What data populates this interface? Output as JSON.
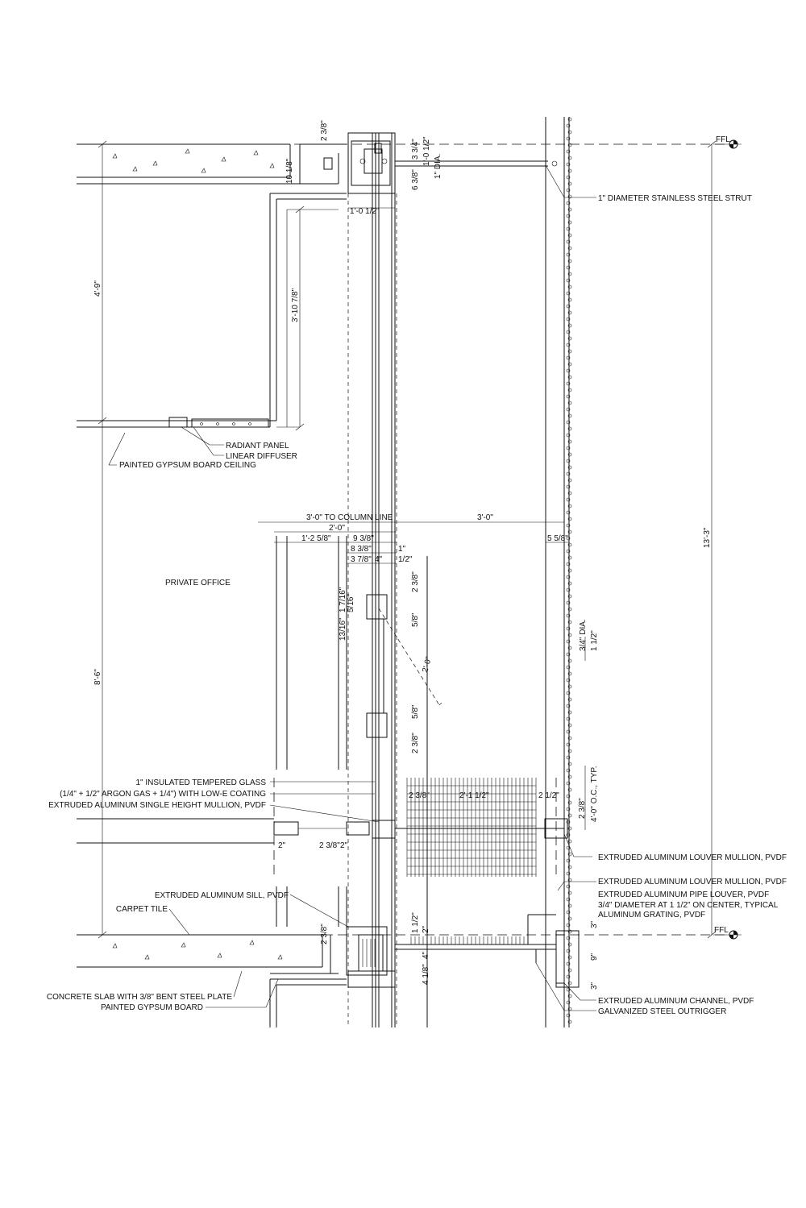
{
  "labels": {
    "strut": "1\" DIAMETER STAINLESS STEEL STRUT",
    "radiant_panel": "RADIANT PANEL",
    "linear_diffuser": "LINEAR DIFFUSER",
    "gyp_ceiling": "PAINTED GYPSUM BOARD CEILING",
    "private_office": "PRIVATE OFFICE",
    "glass_1": "1\" INSULATED TEMPERED GLASS",
    "glass_2": "(1/4\" + 1/2\" ARGON GAS + 1/4\") WITH LOW-E COATING",
    "mullion": "EXTRUDED ALUMINUM SINGLE HEIGHT MULLION, PVDF",
    "louver_mullion_1": "EXTRUDED ALUMINUM LOUVER MULLION, PVDF",
    "louver_mullion_2": "EXTRUDED ALUMINUM LOUVER MULLION, PVDF",
    "pipe_louver": "EXTRUDED ALUMINUM PIPE LOUVER, PVDF",
    "pipe_dia": "3/4\" DIAMETER AT 1 1/2\" ON CENTER, TYPICAL",
    "grating": "ALUMINUM GRATING, PVDF",
    "sill": "EXTRUDED ALUMINUM SILL, PVDF",
    "carpet": "CARPET TILE",
    "slab": "CONCRETE SLAB WITH 3/8\" BENT STEEL PLATE",
    "gyp_board": "PAINTED GYPSUM BOARD",
    "channel": "EXTRUDED ALUMINUM CHANNEL, PVDF",
    "outrigger": "GALVANIZED STEEL OUTRIGGER",
    "ffl_top": "FFL",
    "ffl_bottom": "FFL"
  },
  "dimensions": {
    "d_2_3_8_top": "2 3/8\"",
    "d_3_3_4": "3 3/4\"",
    "d_1_0_1_2_v": "1'-0 1/2\"",
    "d_1_dia": "1\" DIA.",
    "d_6_3_8": "6 3/8\"",
    "d_10_1_8": "10 1/8\"",
    "d_1_0_1_2_h": "1'-0 1/2\"",
    "d_4_9": "4'-9\"",
    "d_3_10_7_8": "3'-10 7/8\"",
    "d_3_0_col": "3'-0\" TO COLUMN LINE",
    "d_3_0": "3'-0\"",
    "d_2_0_h": "2'-0\"",
    "d_1_2_5_8": "1'-2 5/8\"",
    "d_9_3_8": "9 3/8\"",
    "d_8_3_8": "8 3/8\"",
    "d_1": "1\"",
    "d_3_7_8": "3 7/8\"",
    "d_4": "4\"",
    "d_1_2": "1/2\"",
    "d_5_5_8": "5 5/8\"",
    "d_13_3": "13'-3\"",
    "d_8_6": "8'-6\"",
    "d_2_3_8_a": "2 3/8\"",
    "d_1_7_16": "1 7/16\"",
    "d_5_16": "5/16\"",
    "d_13_16": "13/16\"",
    "d_5_8_a": "5/8\"",
    "d_2_0_v": "2'-0\"",
    "d_3_4_dia": "3/4\" DIA.",
    "d_1_1_2_a": "1 1/2\"",
    "d_5_8_b": "5/8\"",
    "d_2_3_8_b": "2 3/8\"",
    "d_4_0_oc": "4'-0\" O.C., TYP.",
    "d_2_3_8_c": "2 3/8\"",
    "d_2_1_1_2": "2'-1 1/2\"",
    "d_2_1_2": "2 1/2\"",
    "d_2_3_8_d": "2 3/8\"",
    "d_2_a": "2\"",
    "d_2_3_8_e": "2 3/8\"",
    "d_2_b": "2\"",
    "d_1_1_2_b": "1 1/2\"",
    "d_2_c": "2\"",
    "d_2_3_8_f": "2 3/8\"",
    "d_4_b": "4\"",
    "d_4_1_8": "4 1/8\"",
    "d_3_a": "3\"",
    "d_9": "9\"",
    "d_3_b": "3\""
  }
}
